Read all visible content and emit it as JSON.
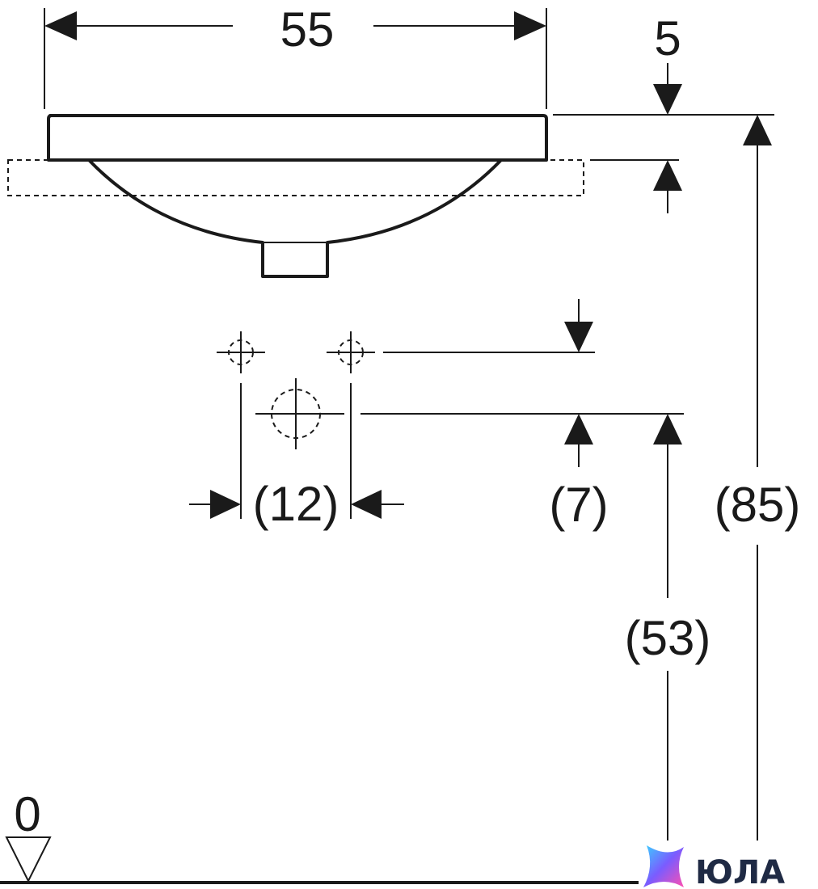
{
  "dimensions": {
    "width_55": "55",
    "top_5": "5",
    "hole_spacing": "(12)",
    "offset_7": "(7)",
    "height_85": "(85)",
    "height_53": "(53)",
    "floor_level": "0"
  },
  "logo": {
    "text": "ЮЛА",
    "colors": [
      "#3ad1ff",
      "#7a5cff",
      "#ff4fb0"
    ]
  }
}
